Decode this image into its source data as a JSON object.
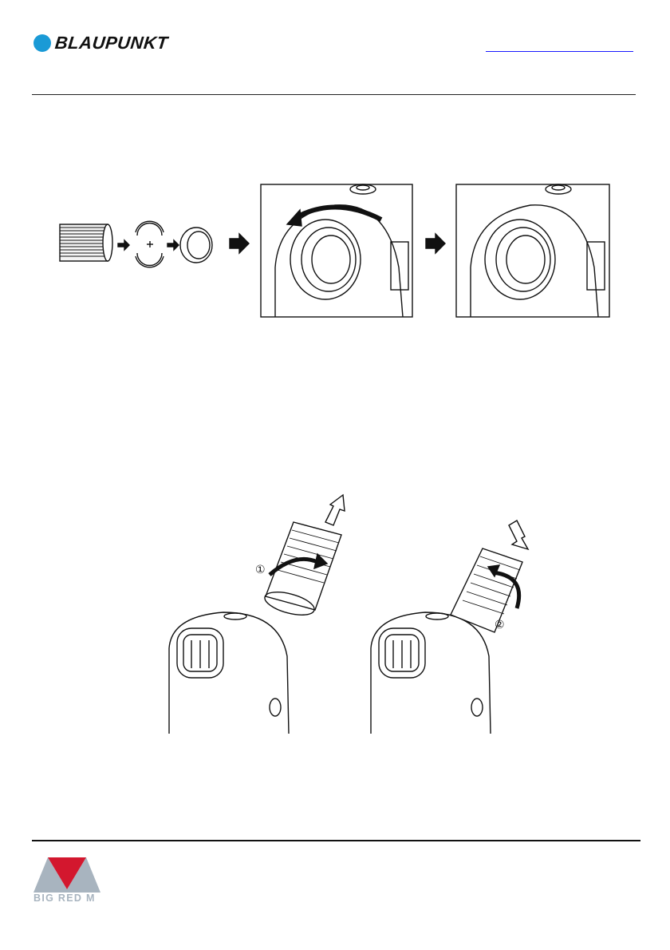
{
  "header": {
    "brand": "BLAUPUNKT",
    "brand_color": "#1a9ad6",
    "link_color": "#1a1aff"
  },
  "figure_top": {
    "icons": [
      "flexible-hose-icon",
      "split-ring-halves-icon",
      "hose-adapter-ring-icon",
      "arrow-right-icon",
      "rotate-arrow-icon",
      "unit-exhaust-outlet-icon"
    ]
  },
  "figure_bottom": {
    "step_1": "①",
    "step_2": "②",
    "icons": [
      "hose-remove-icon",
      "hose-attach-icon",
      "rotate-arrow-icon",
      "unit-top-icon"
    ]
  },
  "footer": {
    "brand": "BIG RED M",
    "brand_color": "#d3172e",
    "secondary_color": "#a8b4bf"
  }
}
